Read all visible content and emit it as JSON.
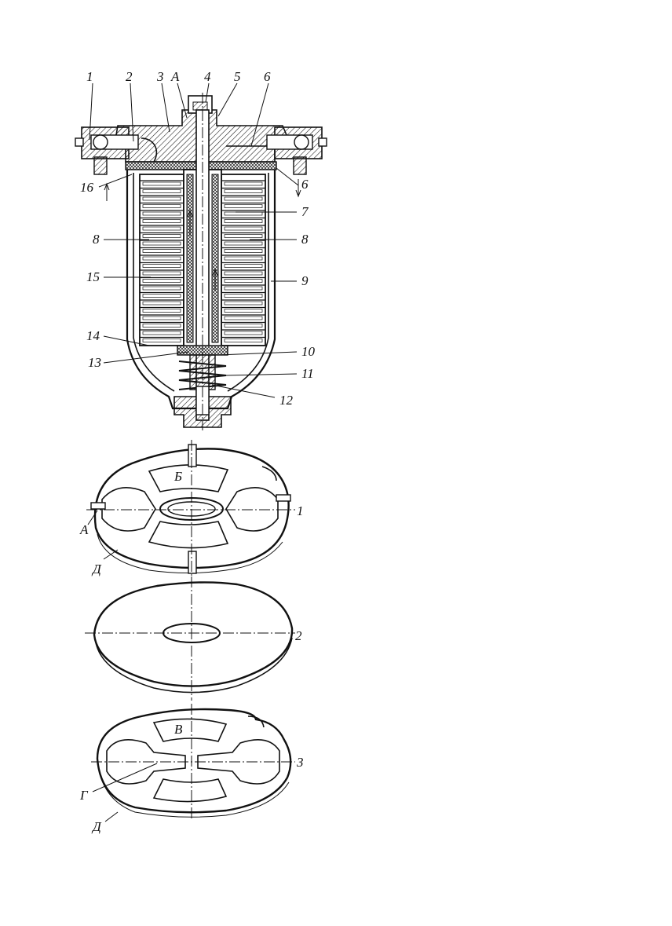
{
  "assembly": {
    "callouts": {
      "c1": "1",
      "c2": "2",
      "c3": "3",
      "cA": "А",
      "c4": "4",
      "c5": "5",
      "c6top": "6",
      "c6right": "6",
      "c7": "7",
      "c8right": "8",
      "c9": "9",
      "c10": "10",
      "c11": "11",
      "c12": "12",
      "c16": "16",
      "c8left": "8",
      "c15": "15",
      "c14": "14",
      "c13": "13"
    }
  },
  "plates": {
    "p1": {
      "number": "1",
      "label_b": "Б",
      "label_a": "А",
      "label_d": "Д"
    },
    "p2": {
      "number": "2"
    },
    "p3": {
      "number": "3",
      "label_v": "В",
      "label_g": "Г",
      "label_d": "Д"
    }
  }
}
